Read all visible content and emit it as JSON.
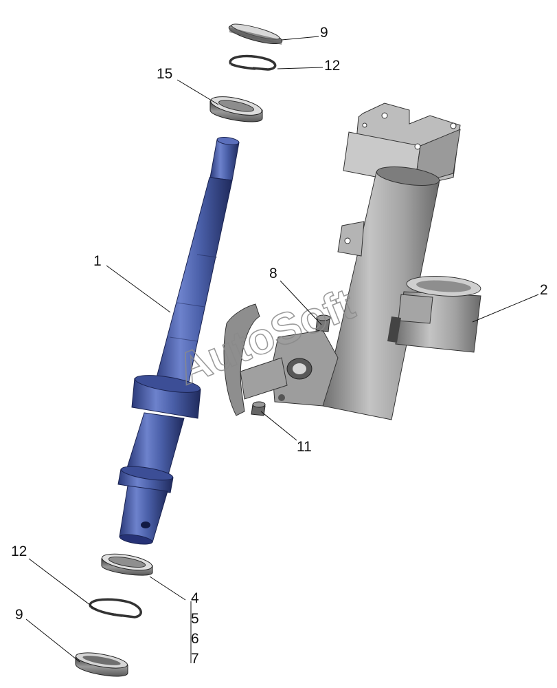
{
  "watermark": "AutoSoft",
  "callouts": {
    "c9_top": "9",
    "c12_top": "12",
    "c15": "15",
    "c1": "1",
    "c8": "8",
    "c2": "2",
    "c11": "11",
    "c12_bottom": "12",
    "c9_bottom": "9",
    "c4": "4",
    "c5": "5",
    "c6": "6",
    "c7": "7"
  },
  "colors": {
    "shaft": "#4a5fa8",
    "bracket": "#a9a9a9",
    "ring": "#777777",
    "lines": "#111111"
  }
}
